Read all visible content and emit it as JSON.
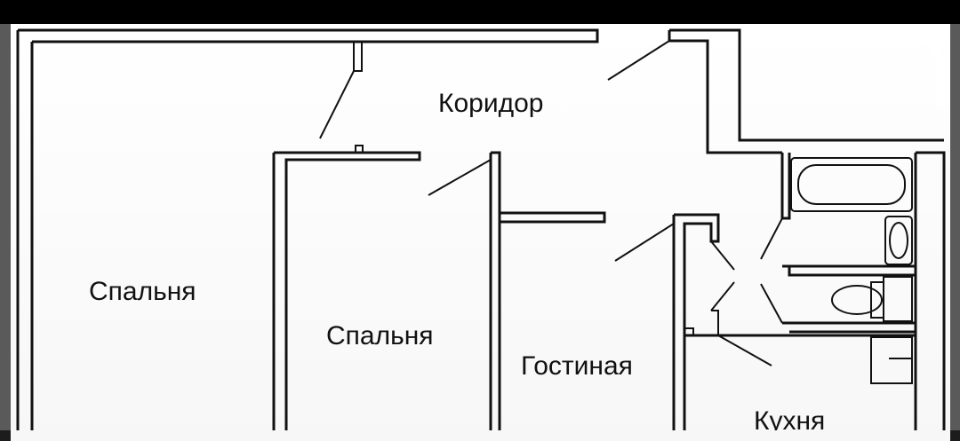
{
  "rooms": {
    "corridor": "Коридор",
    "bedroom_left": "Спальня",
    "bedroom_middle": "Спальня",
    "living_room": "Гостиная",
    "kitchen": "Кухня"
  },
  "colors": {
    "wall": "#111111",
    "background": "#ffffff",
    "screen_bar": "#000000"
  },
  "icons": [
    "bathtub-icon",
    "sink-icon",
    "toilet-icon",
    "stove-icon"
  ]
}
